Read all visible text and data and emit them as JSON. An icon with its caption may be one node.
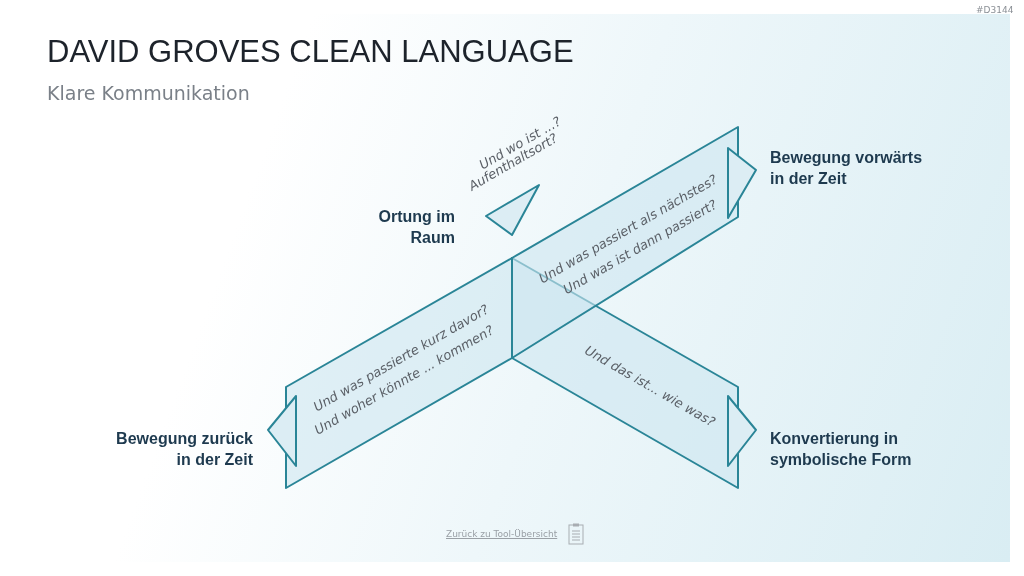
{
  "diagram": {
    "title": "DAVID GROVES CLEAN LANGUAGE",
    "nodes": [
      {
        "text": [
          "Und was passiert als nächstes?",
          "Und was ist dann passiert?"
        ]
      },
      {
        "text": [
          "Und was passierte kurz davor?",
          "Und woher könnte ... kommen?"
        ]
      },
      {
        "text": [
          "Und das ist... wie was?"
        ]
      }
    ],
    "edges": [],
    "labels": [
      "Klare Kommunikation",
      "Und wo ist ...?",
      "Aufenthaltsort?",
      "Bewegung vorwärts in der Zeit",
      "Ortung im Raum",
      "Bewegung zurück in der Zeit",
      "Konvertierung in symbolische Form",
      "Zurück zu Tool-Übersicht",
      "#D3144"
    ]
  }
}
